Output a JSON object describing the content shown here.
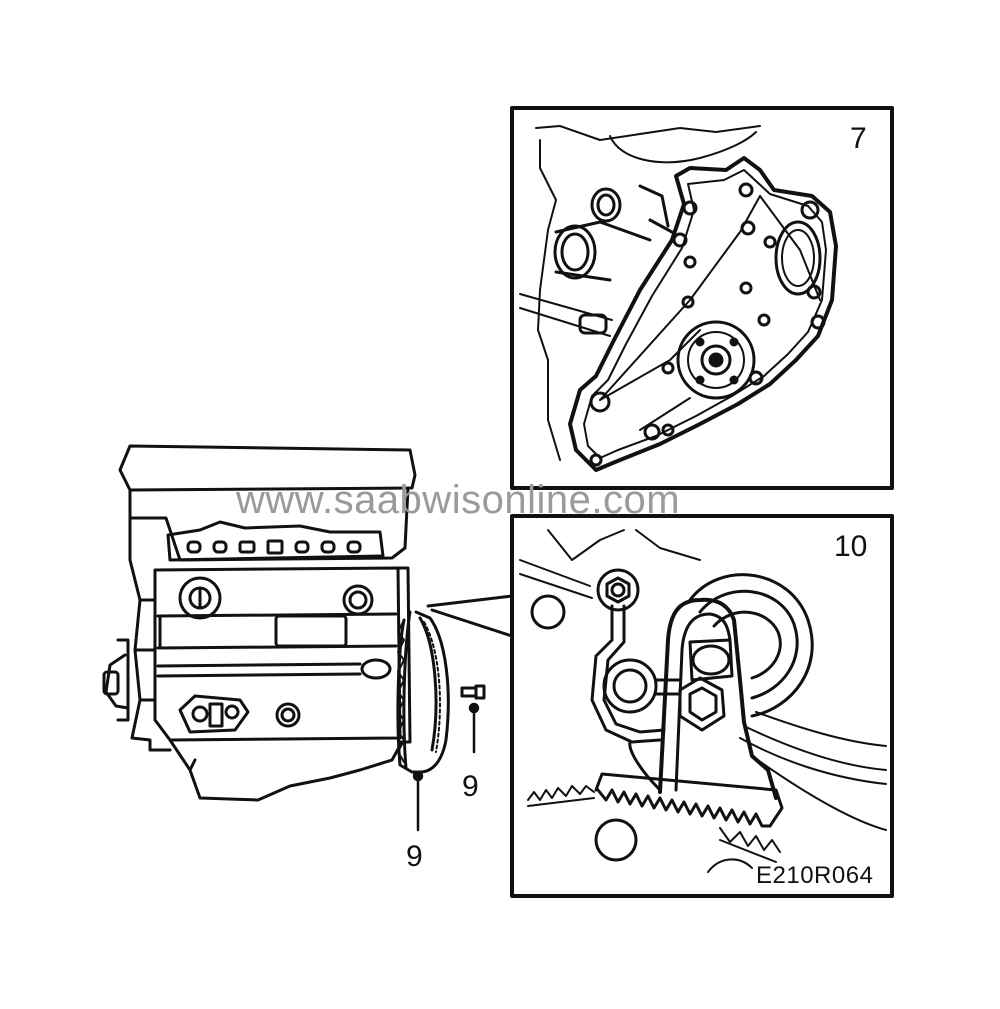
{
  "panels": {
    "top": {
      "number": "7"
    },
    "bottom": {
      "number": "10"
    }
  },
  "callouts": {
    "flywheel_label": "9",
    "bolt_label": "9"
  },
  "figure_code": "E210R064",
  "watermark": "www.saabwisonline.com",
  "colors": {
    "line": "#111111",
    "watermark": "#9a9a9a",
    "background": "#ffffff"
  }
}
